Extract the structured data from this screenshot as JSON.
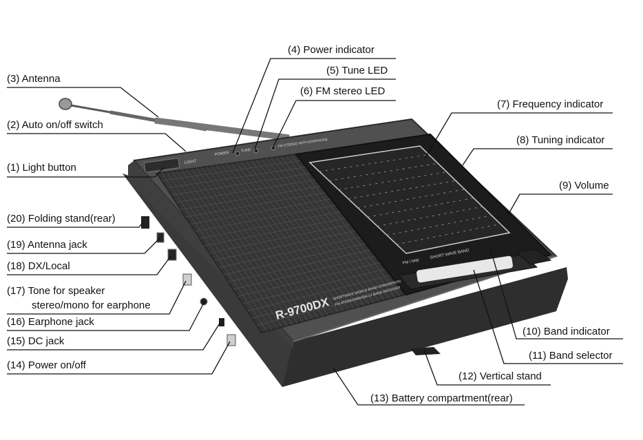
{
  "radio": {
    "model": "R-9700DX",
    "subtitle_1": "SHORTWAVE WORLD BAND CONVERSION",
    "subtitle_2": "FM STEREO/MW/SW 12 BAND RECEIVER",
    "light_label": "LIGHT",
    "power_label": "POWER",
    "tune_label": "TUNE",
    "stereo_label": "FM STEREO WITH EARPHONE",
    "band_text_1": "FM / MW",
    "band_text_2": "SHORT WAVE BAND",
    "colors": {
      "body": "#4a4a4a",
      "dial": "#1c1c1c",
      "grille": "#353535"
    }
  },
  "labels": {
    "l1": "(1) Light button",
    "l2": "(2) Auto on/off switch",
    "l3": "(3) Antenna",
    "l4": "(4) Power indicator",
    "l5": "(5) Tune LED",
    "l6": "(6) FM stereo LED",
    "l7": "(7) Frequency indicator",
    "l8": "(8) Tuning indicator",
    "l9": "(9) Volume",
    "l10": "(10) Band indicator",
    "l11": "(11) Band selector",
    "l12": "(12) Vertical stand",
    "l13": "(13) Battery compartment(rear)",
    "l14": "(14) Power on/off",
    "l15": "(15) DC jack",
    "l16": "(16) Earphone jack",
    "l17a": "(17) Tone for speaker",
    "l17b": "stereo/mono for earphone",
    "l18": "(18) DX/Local",
    "l19": "(19) Antenna jack",
    "l20": "(20) Folding stand(rear)"
  }
}
